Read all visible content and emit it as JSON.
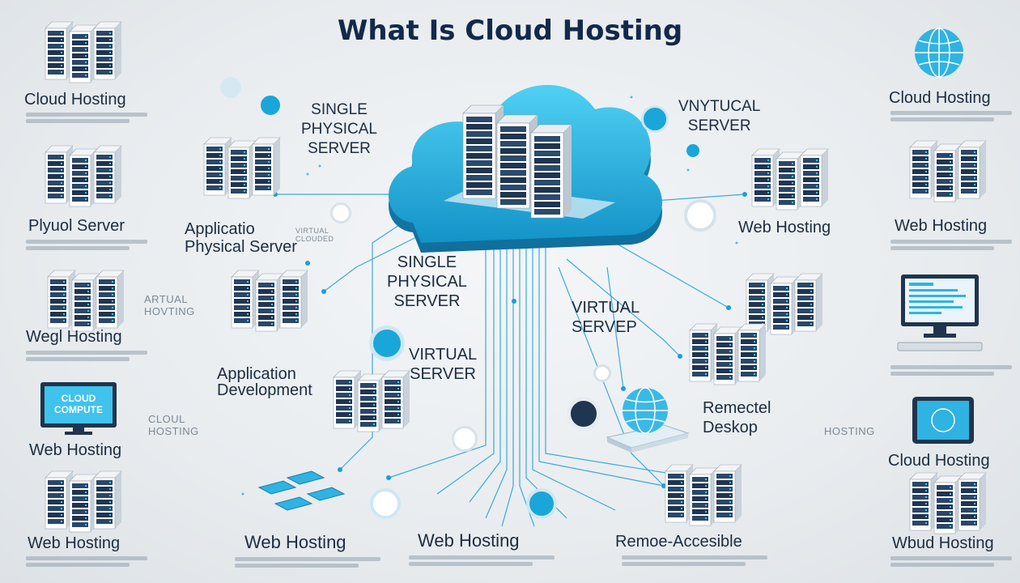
{
  "title": "What Is Cloud Hosting",
  "left_column": [
    {
      "label": "Cloud Hosting"
    },
    {
      "label": "Plyuol Server"
    },
    {
      "label": "Wegl Hosting"
    },
    {
      "label": "Web Hosting"
    },
    {
      "label": "Web Hosting"
    }
  ],
  "right_column": [
    {
      "label": "Cloud Hosting"
    },
    {
      "label": "Web Hosting"
    },
    {
      "label": "Cloud Hosting"
    },
    {
      "label": "Wbud Hosting"
    }
  ],
  "inner_left": {
    "single_physical_server": "SINGLE\nPHYSICAL\nSERVER",
    "applic_physical_server": "Applicatio\nPhysical Server",
    "application_development": "Application\nDevelopment",
    "virtual_hosting_faint": "ARTUAL\nHOVTING",
    "cloud_hosting_faint": "CLOUL\nHOSTING",
    "vpn_faint": "VIRTUAL\nCLOUDED"
  },
  "center": {
    "single_physical_server": "SINGLE\nPHYSICAL\nSERVER",
    "virtual_server": "VIRTUAL\nSERVER"
  },
  "inner_right": {
    "vnytucal_server": "VNYTUCAL\nSERVER",
    "web_hosting": "Web Hosting",
    "virtual_servep": "VIRTUAL\nSERVEP",
    "remectel_deskop": "Remectel\nDeskop",
    "hosting_faint": "HOSTING"
  },
  "bottom": {
    "web_hosting_left": "Web Hosting",
    "web_hosting_center": "Web Hosting",
    "remote_accessible": "Remoe-Accesible"
  },
  "monitor_screen_text": "CLOUD\nCOMPUTE",
  "colors": {
    "title": "#13294b",
    "accent": "#1aa6d9",
    "cloud_light": "#3fc3ec",
    "server_dark": "#1f3550",
    "line": "#1b9fd4"
  }
}
